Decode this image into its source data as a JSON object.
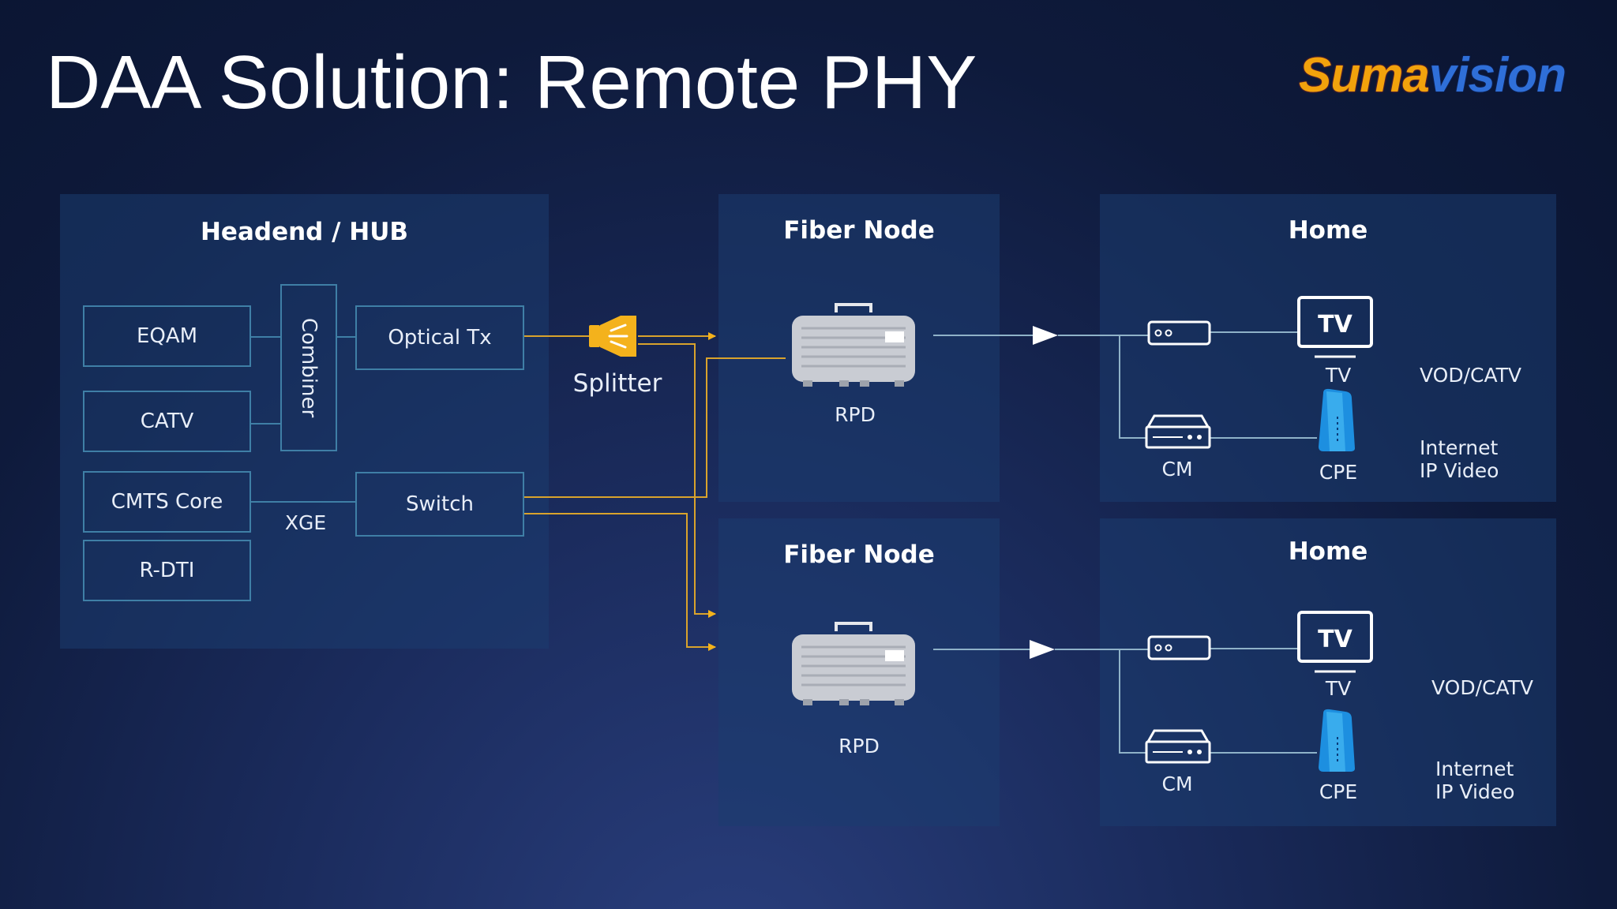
{
  "slide": {
    "title": "DAA Solution: Remote PHY",
    "logo": {
      "part1": "Suma",
      "part2": "vision"
    }
  },
  "headend": {
    "title": "Headend / HUB",
    "eqam": "EQAM",
    "catv": "CATV",
    "combiner": "Combiner",
    "optical_tx": "Optical Tx",
    "cmts_core": "CMTS Core",
    "r_dti": "R-DTI",
    "xge": "XGE",
    "switch": "Switch"
  },
  "splitter": {
    "label": "Splitter"
  },
  "fiber_nodes": [
    {
      "title": "Fiber Node",
      "device_label": "RPD"
    },
    {
      "title": "Fiber Node",
      "device_label": "RPD"
    }
  ],
  "homes": [
    {
      "title": "Home",
      "tv_icon_text": "TV",
      "tv_label": "TV",
      "cm_label": "CM",
      "cpe_label": "CPE",
      "service_1": "VOD/CATV",
      "service_2a": "Internet",
      "service_2b": "IP Video"
    },
    {
      "title": "Home",
      "tv_icon_text": "TV",
      "tv_label": "TV",
      "cm_label": "CM",
      "cpe_label": "CPE",
      "service_1": "VOD/CATV",
      "service_2a": "Internet",
      "service_2b": "IP Video"
    }
  ],
  "colors": {
    "panel": "#1c3c70",
    "box_border": "#3f7fa6",
    "optical_line": "#d9a32c",
    "link_line": "#8fb2c8",
    "accent": "#f4b21c"
  }
}
